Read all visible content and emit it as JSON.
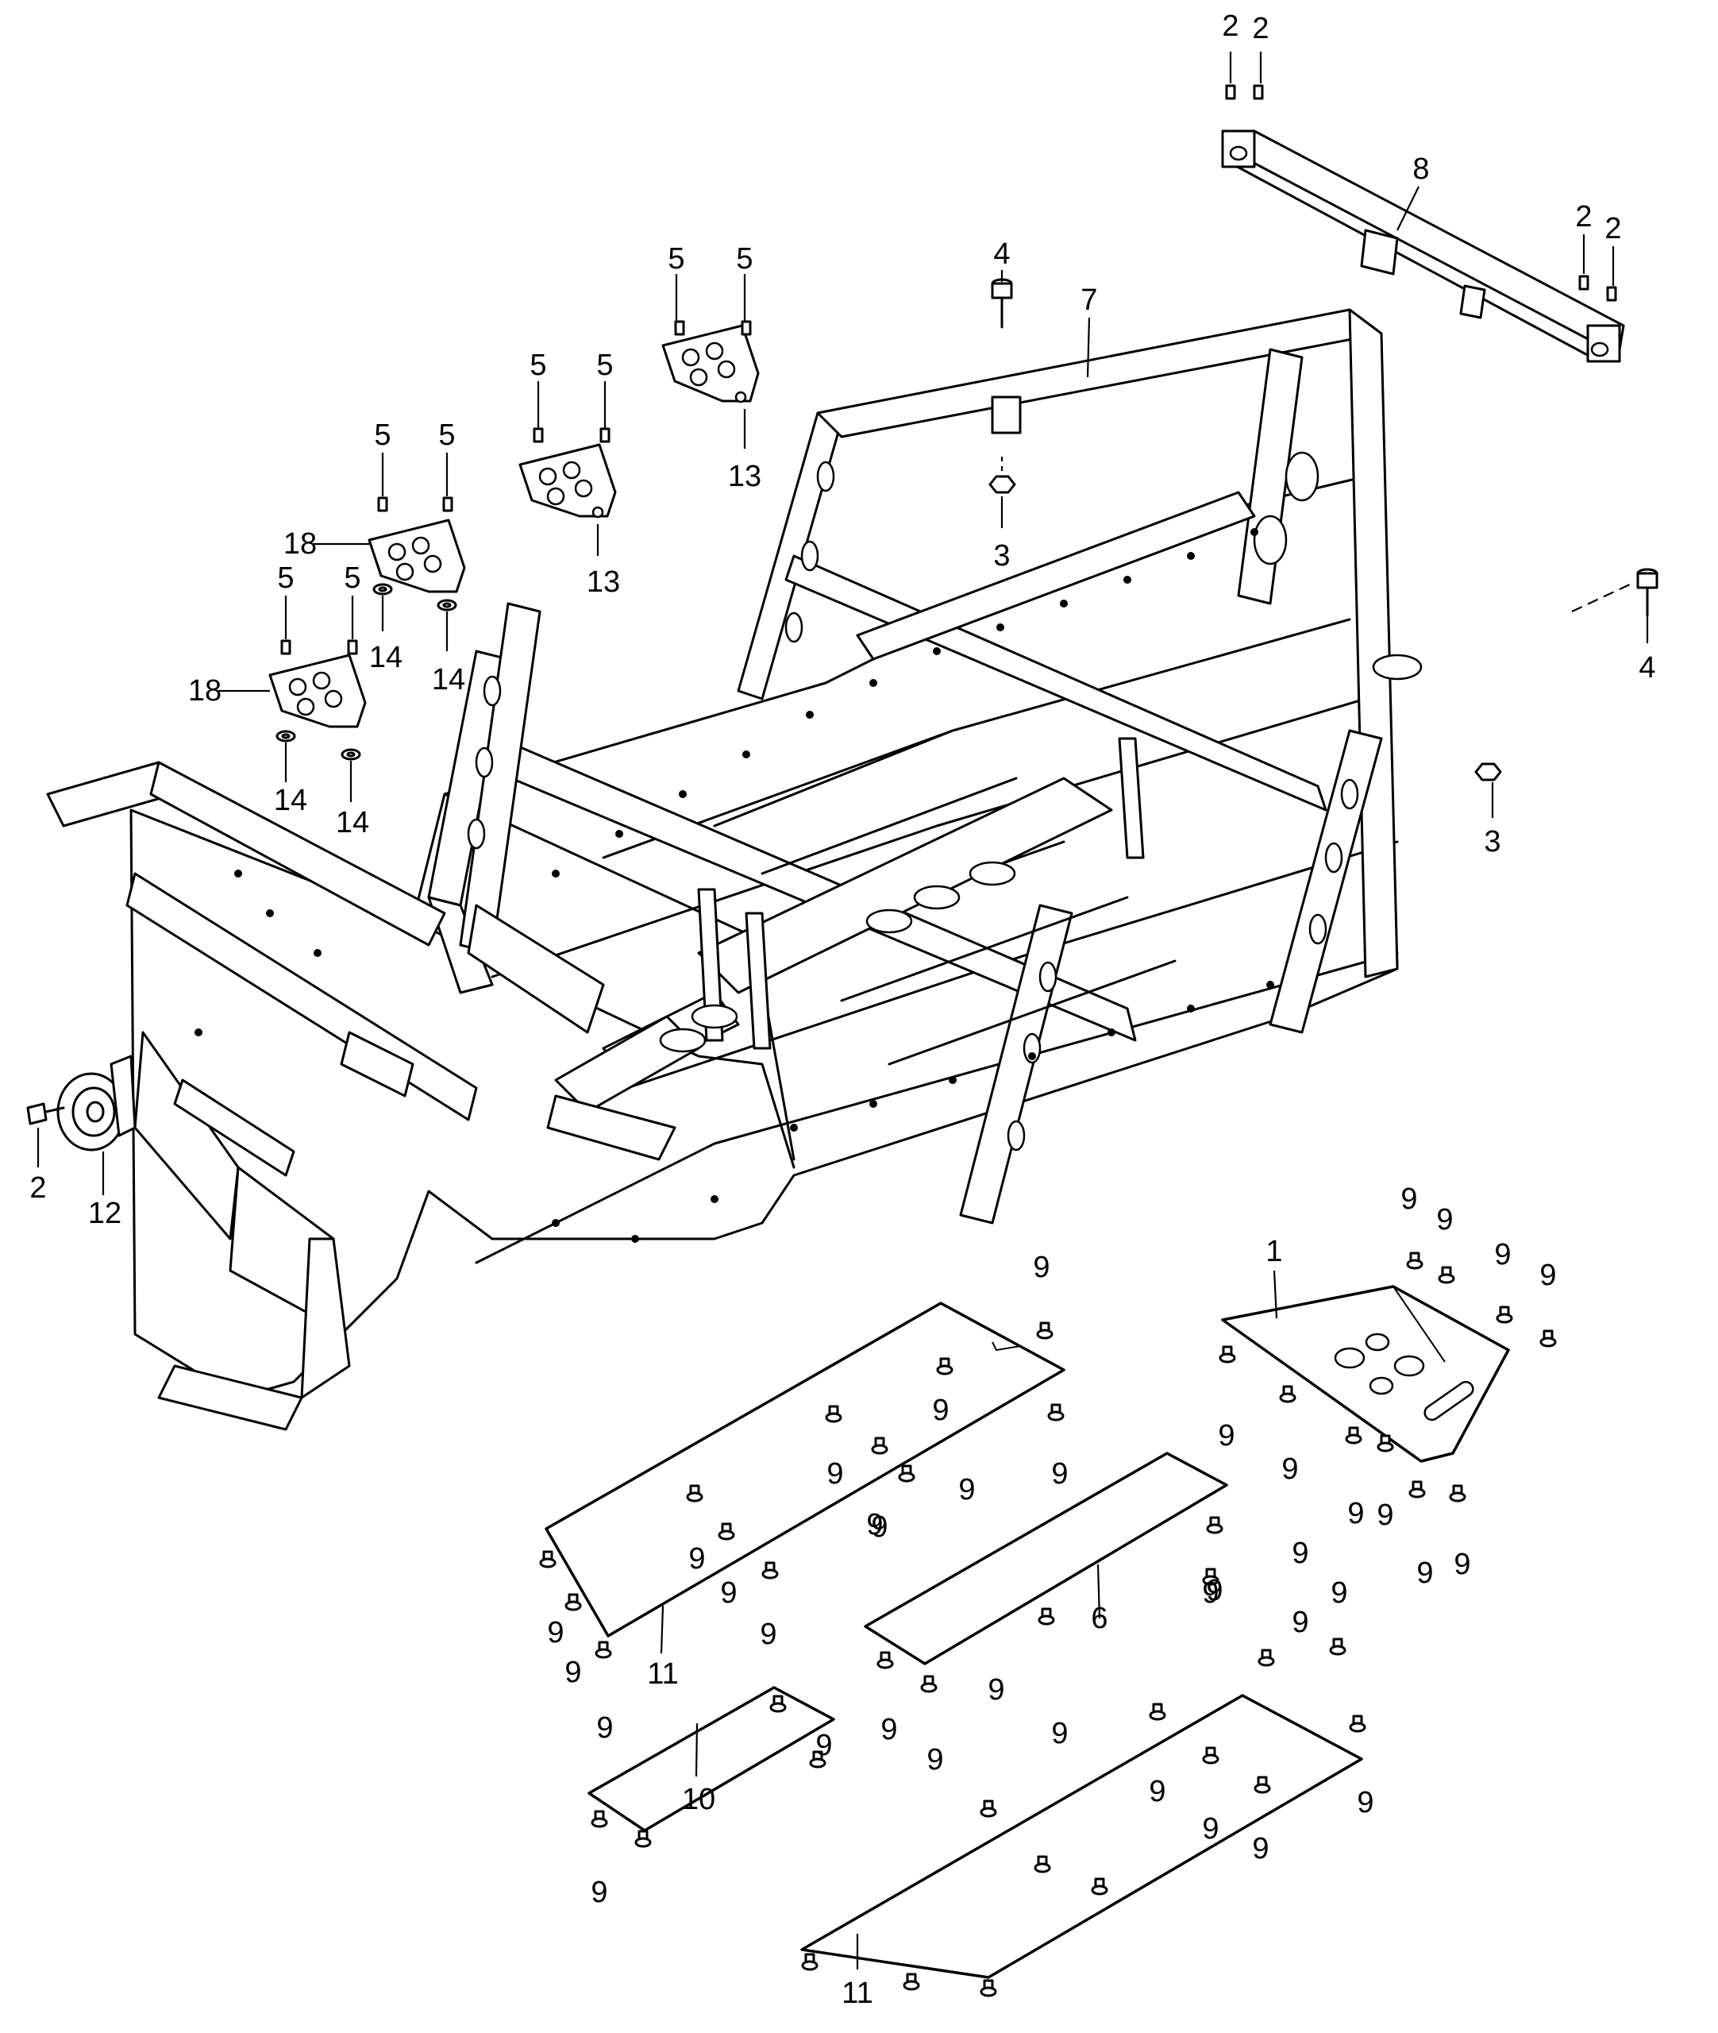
{
  "callouts": [
    {
      "id": "c2a",
      "text": "2"
    },
    {
      "id": "c2b",
      "text": "2"
    },
    {
      "id": "c2c",
      "text": "2"
    },
    {
      "id": "c2d",
      "text": "2"
    },
    {
      "id": "c2e",
      "text": "2"
    },
    {
      "id": "c8",
      "text": "8"
    },
    {
      "id": "c4a",
      "text": "4"
    },
    {
      "id": "c4b",
      "text": "4"
    },
    {
      "id": "c7",
      "text": "7"
    },
    {
      "id": "c3a",
      "text": "3"
    },
    {
      "id": "c3b",
      "text": "3"
    },
    {
      "id": "c5a",
      "text": "5"
    },
    {
      "id": "c5b",
      "text": "5"
    },
    {
      "id": "c5c",
      "text": "5"
    },
    {
      "id": "c5d",
      "text": "5"
    },
    {
      "id": "c5e",
      "text": "5"
    },
    {
      "id": "c5f",
      "text": "5"
    },
    {
      "id": "c5g",
      "text": "5"
    },
    {
      "id": "c5h",
      "text": "5"
    },
    {
      "id": "c13a",
      "text": "13"
    },
    {
      "id": "c13b",
      "text": "13"
    },
    {
      "id": "c18a",
      "text": "18"
    },
    {
      "id": "c18b",
      "text": "18"
    },
    {
      "id": "c14a",
      "text": "14"
    },
    {
      "id": "c14b",
      "text": "14"
    },
    {
      "id": "c14c",
      "text": "14"
    },
    {
      "id": "c14d",
      "text": "14"
    },
    {
      "id": "c12",
      "text": "12"
    },
    {
      "id": "c1",
      "text": "1"
    },
    {
      "id": "c6",
      "text": "6"
    },
    {
      "id": "c10",
      "text": "10"
    },
    {
      "id": "c11a",
      "text": "11"
    },
    {
      "id": "c11b",
      "text": "11"
    },
    {
      "id": "c9_01",
      "text": "9"
    },
    {
      "id": "c9_02",
      "text": "9"
    },
    {
      "id": "c9_03",
      "text": "9"
    },
    {
      "id": "c9_04",
      "text": "9"
    },
    {
      "id": "c9_05",
      "text": "9"
    },
    {
      "id": "c9_06",
      "text": "9"
    },
    {
      "id": "c9_07",
      "text": "9"
    },
    {
      "id": "c9_08",
      "text": "9"
    },
    {
      "id": "c9_09",
      "text": "9"
    },
    {
      "id": "c9_10",
      "text": "9"
    },
    {
      "id": "c9_11",
      "text": "9"
    },
    {
      "id": "c9_12",
      "text": "9"
    },
    {
      "id": "c9_13",
      "text": "9"
    },
    {
      "id": "c9_14",
      "text": "9"
    },
    {
      "id": "c9_15",
      "text": "9"
    },
    {
      "id": "c9_16",
      "text": "9"
    },
    {
      "id": "c9_17",
      "text": "9"
    },
    {
      "id": "c9_18",
      "text": "9"
    },
    {
      "id": "c9_19",
      "text": "9"
    },
    {
      "id": "c9_20",
      "text": "9"
    },
    {
      "id": "c9_21",
      "text": "9"
    },
    {
      "id": "c9_22",
      "text": "9"
    },
    {
      "id": "c9_23",
      "text": "9"
    },
    {
      "id": "c9_24",
      "text": "9"
    },
    {
      "id": "c9_25",
      "text": "9"
    },
    {
      "id": "c9_26",
      "text": "9"
    },
    {
      "id": "c9_27",
      "text": "9"
    },
    {
      "id": "c9_28",
      "text": "9"
    },
    {
      "id": "c9_29",
      "text": "9"
    },
    {
      "id": "c9_30",
      "text": "9"
    },
    {
      "id": "c9_31",
      "text": "9"
    },
    {
      "id": "c9_32",
      "text": "9"
    },
    {
      "id": "c9_33",
      "text": "9"
    },
    {
      "id": "c9_34",
      "text": "9"
    },
    {
      "id": "c9_35",
      "text": "9"
    },
    {
      "id": "c9_36",
      "text": "9"
    },
    {
      "id": "c9_37",
      "text": "9"
    },
    {
      "id": "c9_38",
      "text": "9"
    }
  ],
  "parts": {
    "main_frame": "frame-icon",
    "rear_crossbar": "crossbar-icon",
    "horn": "horn-icon",
    "bumper": "bumper-icon",
    "skid_plates": "plate-icon",
    "mount_brackets": "bracket-icon",
    "fasteners": "bolt-icon"
  }
}
